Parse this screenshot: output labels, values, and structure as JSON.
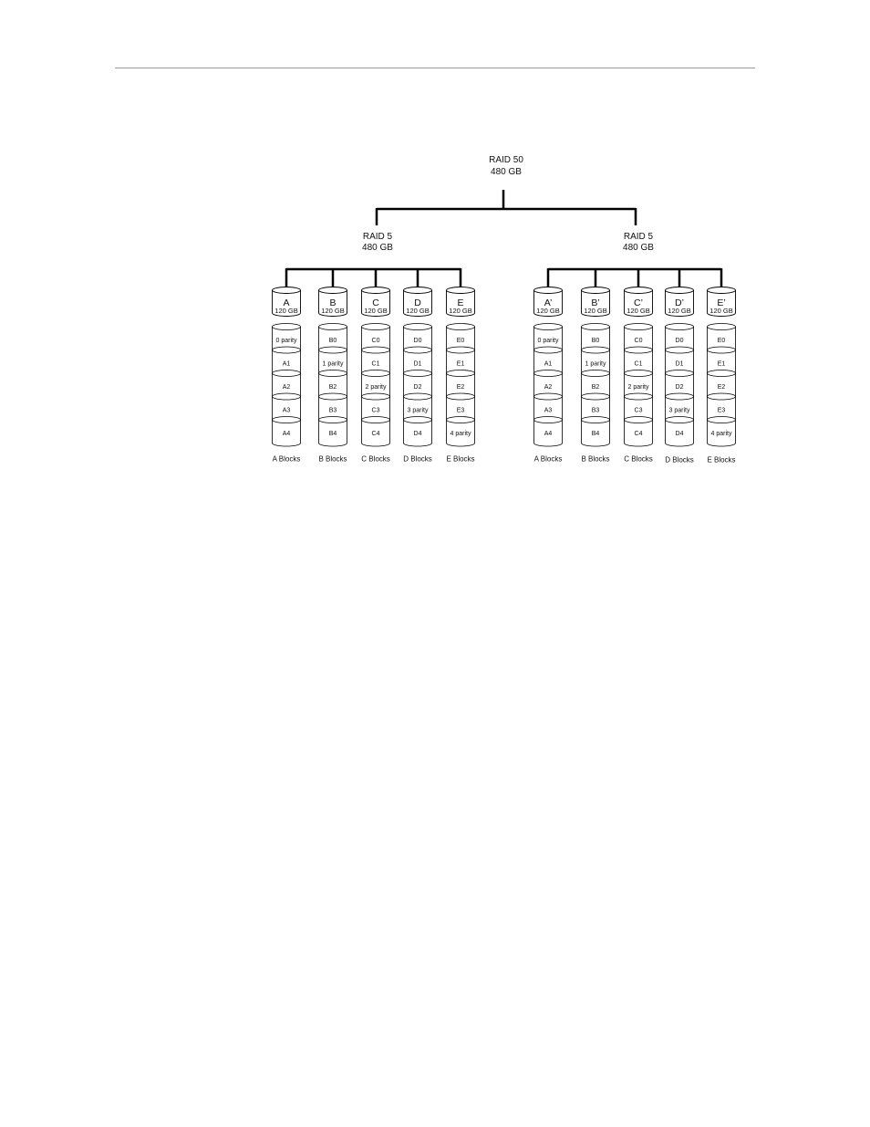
{
  "top": {
    "label": "RAID 50",
    "capacity": "480 GB"
  },
  "arrays": [
    {
      "label": "RAID 5",
      "capacity": "480 GB",
      "disks": [
        {
          "name": "A",
          "size": "120 GB",
          "blocks": [
            "0 parity",
            "A1",
            "A2",
            "A3",
            "A4"
          ],
          "footer": "A Blocks"
        },
        {
          "name": "B",
          "size": "120 GB",
          "blocks": [
            "B0",
            "1 parity",
            "B2",
            "B3",
            "B4"
          ],
          "footer": "B Blocks"
        },
        {
          "name": "C",
          "size": "120 GB",
          "blocks": [
            "C0",
            "C1",
            "2 parity",
            "C3",
            "C4"
          ],
          "footer": "C Blocks"
        },
        {
          "name": "D",
          "size": "120 GB",
          "blocks": [
            "D0",
            "D1",
            "D2",
            "3 parity",
            "D4"
          ],
          "footer": "D Blocks"
        },
        {
          "name": "E",
          "size": "120 GB",
          "blocks": [
            "E0",
            "E1",
            "E2",
            "E3",
            "4 parity"
          ],
          "footer": "E Blocks"
        }
      ]
    },
    {
      "label": "RAID 5",
      "capacity": "480 GB",
      "disks": [
        {
          "name": "A’",
          "size": "120 GB",
          "blocks": [
            "0 parity",
            "A1",
            "A2",
            "A3",
            "A4"
          ],
          "footer": "A Blocks"
        },
        {
          "name": "B’",
          "size": "120 GB",
          "blocks": [
            "B0",
            "1 parity",
            "B2",
            "B3",
            "B4"
          ],
          "footer": "B Blocks"
        },
        {
          "name": "C’",
          "size": "120 GB",
          "blocks": [
            "C0",
            "C1",
            "2 parity",
            "C3",
            "C4"
          ],
          "footer": "C Blocks"
        },
        {
          "name": "D’",
          "size": "120 GB",
          "blocks": [
            "D0",
            "D1",
            "D2",
            "3 parity",
            "D4"
          ],
          "footer": "D Blocks"
        },
        {
          "name": "E’",
          "size": "120 GB",
          "blocks": [
            "E0",
            "E1",
            "E2",
            "E3",
            "4 parity"
          ],
          "footer": "E Blocks"
        }
      ]
    }
  ]
}
